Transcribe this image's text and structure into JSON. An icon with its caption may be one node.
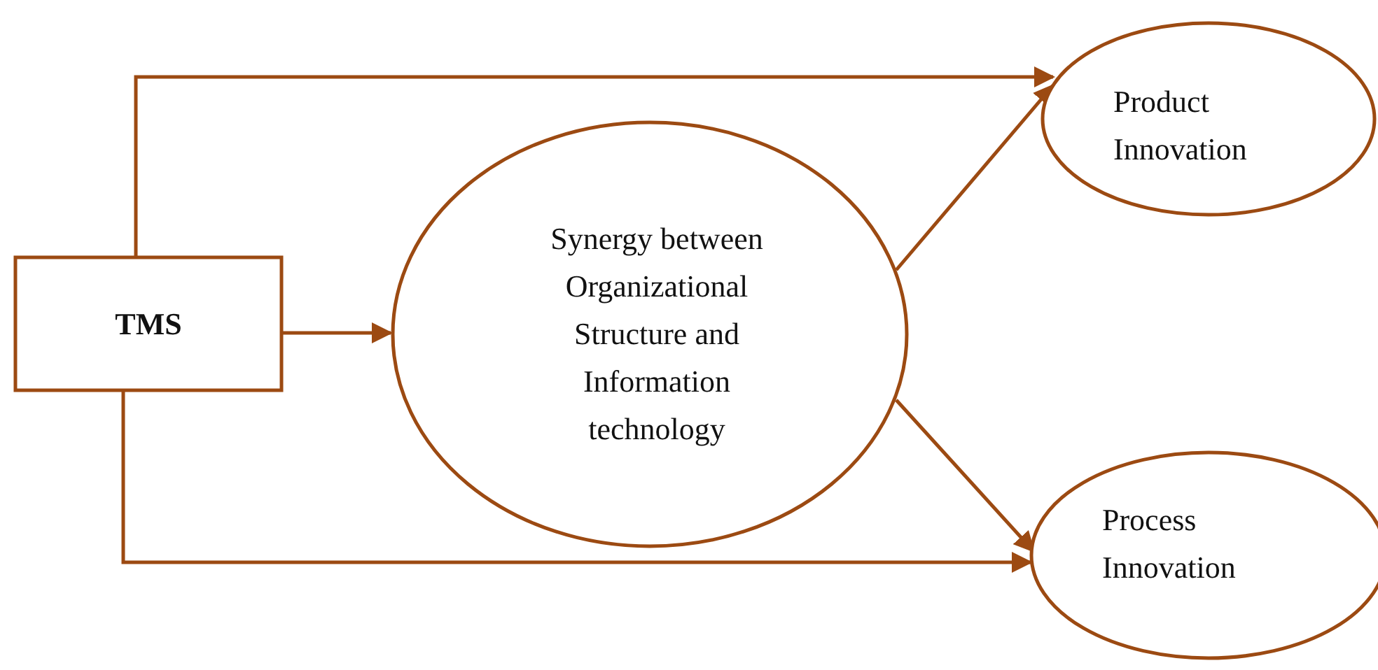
{
  "diagram": {
    "nodes": [
      {
        "text": [
          "TMS"
        ]
      },
      {
        "text": [
          "Synergy between Organizational Structure and Information technology"
        ]
      },
      {
        "text": [
          "Product Innovation"
        ]
      },
      {
        "text": [
          "Process Innovation"
        ]
      }
    ],
    "edges": [
      {
        "from": 0,
        "to": 1,
        "arrow": "to"
      },
      {
        "from": 0,
        "to": 2,
        "arrow": "to"
      },
      {
        "from": 0,
        "to": 3,
        "arrow": "to"
      },
      {
        "from": 1,
        "to": 2,
        "arrow": "to"
      },
      {
        "from": 1,
        "to": 3,
        "arrow": "to"
      }
    ]
  }
}
